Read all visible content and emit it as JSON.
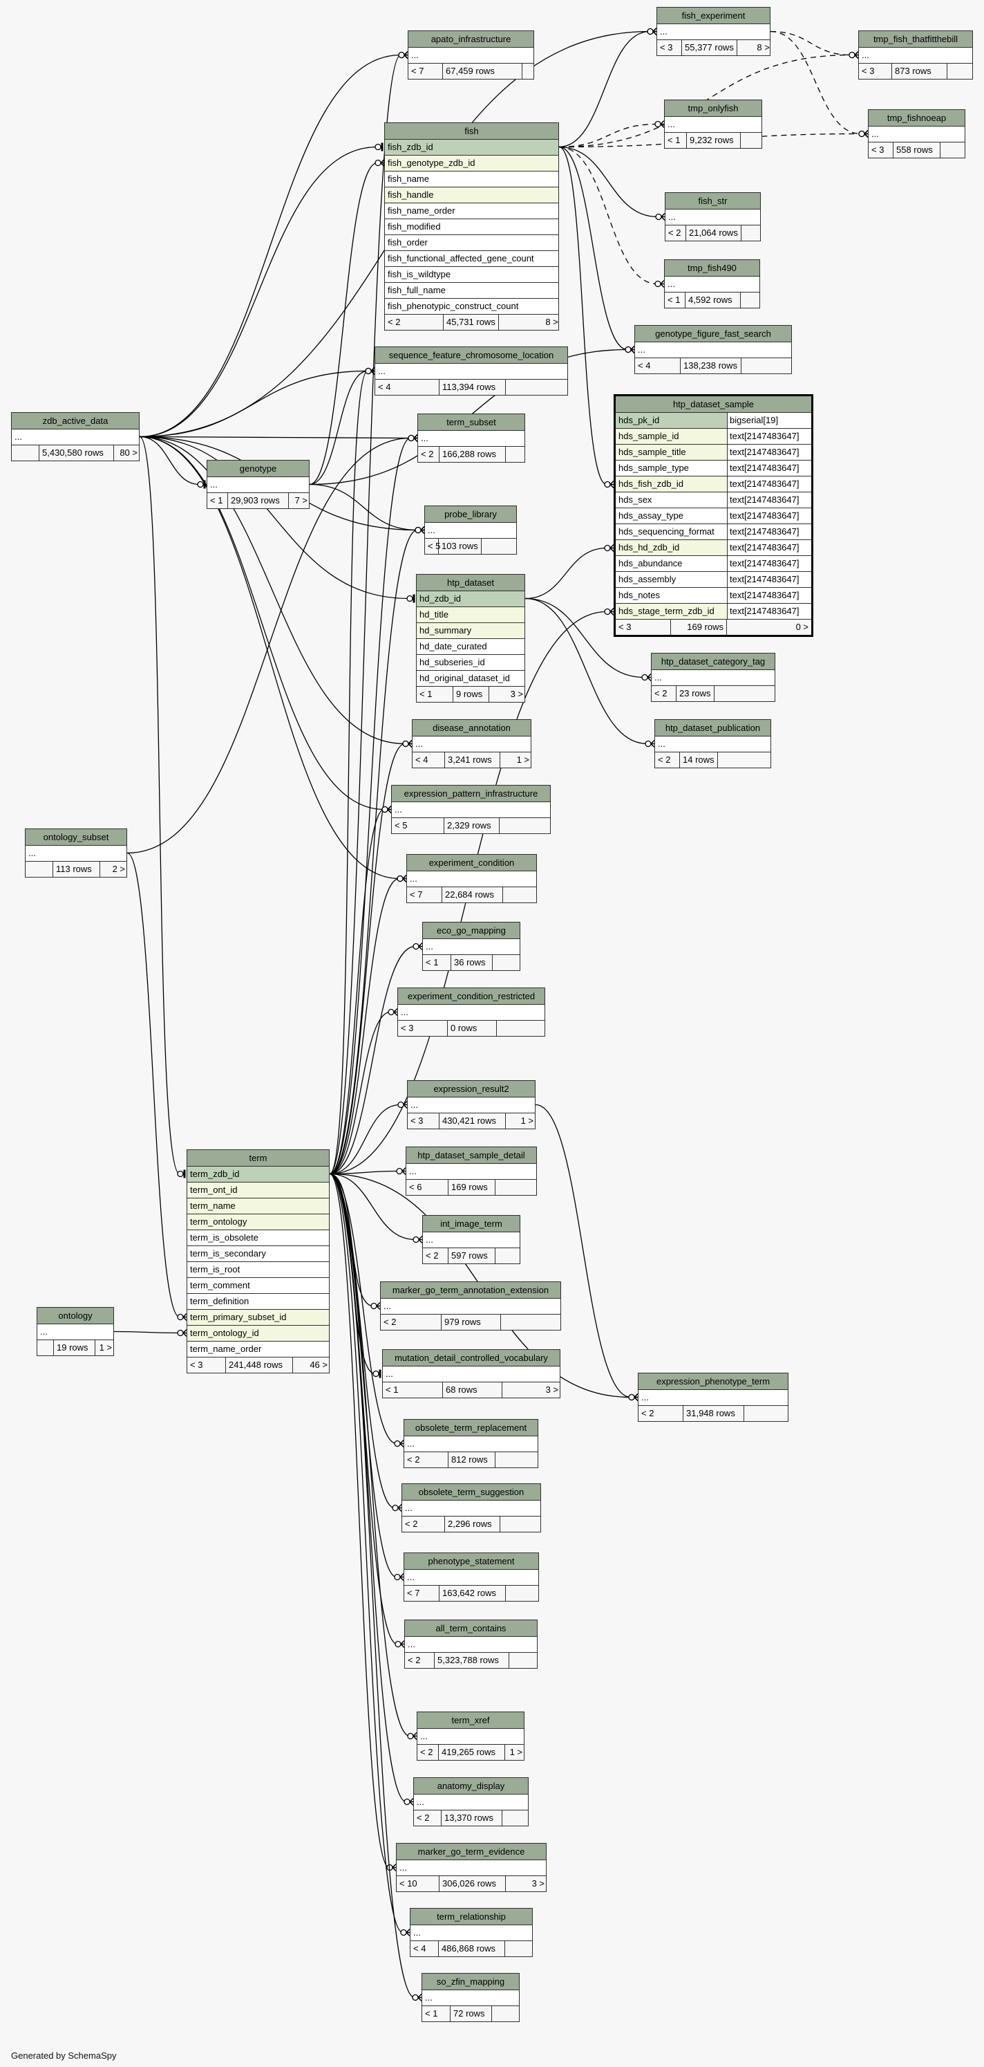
{
  "footer_note": "Generated by SchemaSpy",
  "tables": [
    {
      "id": "apato_infrastructure",
      "name": "apato_infrastructure",
      "columns": [
        {
          "name": "..."
        }
      ],
      "parents": "< 7",
      "rows": "67,459 rows",
      "children": ""
    },
    {
      "id": "fish",
      "name": "fish",
      "columns": [
        {
          "name": "fish_zdb_id",
          "kind": "pk"
        },
        {
          "name": "fish_genotype_zdb_id",
          "kind": "idx"
        },
        {
          "name": "fish_name"
        },
        {
          "name": "fish_handle",
          "kind": "idx"
        },
        {
          "name": "fish_name_order"
        },
        {
          "name": "fish_modified"
        },
        {
          "name": "fish_order"
        },
        {
          "name": "fish_functional_affected_gene_count"
        },
        {
          "name": "fish_is_wildtype"
        },
        {
          "name": "fish_full_name"
        },
        {
          "name": "fish_phenotypic_construct_count"
        }
      ],
      "parents": "< 2",
      "rows": "45,731 rows",
      "children": "8 >"
    },
    {
      "id": "fish_experiment",
      "name": "fish_experiment",
      "columns": [
        {
          "name": "..."
        }
      ],
      "parents": "< 3",
      "rows": "55,377 rows",
      "children": "8 >"
    },
    {
      "id": "tmp_fish_thatfitthebill",
      "name": "tmp_fish_thatfitthebill",
      "columns": [
        {
          "name": "..."
        }
      ],
      "parents": "< 3",
      "rows": "873 rows",
      "children": ""
    },
    {
      "id": "tmp_onlyfish",
      "name": "tmp_onlyfish",
      "columns": [
        {
          "name": "..."
        }
      ],
      "parents": "< 1",
      "rows": "9,232 rows",
      "children": ""
    },
    {
      "id": "tmp_fishnoeap",
      "name": "tmp_fishnoeap",
      "columns": [
        {
          "name": "..."
        }
      ],
      "parents": "< 3",
      "rows": "558 rows",
      "children": ""
    },
    {
      "id": "fish_str",
      "name": "fish_str",
      "columns": [
        {
          "name": "..."
        }
      ],
      "parents": "< 2",
      "rows": "21,064 rows",
      "children": ""
    },
    {
      "id": "tmp_fish490",
      "name": "tmp_fish490",
      "columns": [
        {
          "name": "..."
        }
      ],
      "parents": "< 1",
      "rows": "4,592 rows",
      "children": ""
    },
    {
      "id": "genotype_figure_fast_search",
      "name": "genotype_figure_fast_search",
      "columns": [
        {
          "name": "..."
        }
      ],
      "parents": "< 4",
      "rows": "138,238 rows",
      "children": ""
    },
    {
      "id": "sequence_feature_chromosome_location",
      "name": "sequence_feature_chromosome_location",
      "columns": [
        {
          "name": "..."
        }
      ],
      "parents": "< 4",
      "rows": "113,394 rows",
      "children": ""
    },
    {
      "id": "zdb_active_data",
      "name": "zdb_active_data",
      "columns": [
        {
          "name": "..."
        }
      ],
      "parents": "",
      "rows": "5,430,580 rows",
      "children": "80 >"
    },
    {
      "id": "term_subset",
      "name": "term_subset",
      "columns": [
        {
          "name": "..."
        }
      ],
      "parents": "< 2",
      "rows": "166,288 rows",
      "children": ""
    },
    {
      "id": "genotype",
      "name": "genotype",
      "columns": [
        {
          "name": "..."
        }
      ],
      "parents": "< 1",
      "rows": "29,903 rows",
      "children": "7 >"
    },
    {
      "id": "probe_library",
      "name": "probe_library",
      "columns": [
        {
          "name": "..."
        }
      ],
      "parents": "< 5",
      "rows": "103 rows",
      "children": ""
    },
    {
      "id": "htp_dataset_sample",
      "name": "htp_dataset_sample",
      "focus": true,
      "columns": [
        {
          "name": "hds_pk_id",
          "type": "bigserial[19]",
          "kind": "pk"
        },
        {
          "name": "hds_sample_id",
          "type": "text[2147483647]",
          "kind": "idx"
        },
        {
          "name": "hds_sample_title",
          "type": "text[2147483647]",
          "kind": "idx"
        },
        {
          "name": "hds_sample_type",
          "type": "text[2147483647]"
        },
        {
          "name": "hds_fish_zdb_id",
          "type": "text[2147483647]",
          "kind": "idx"
        },
        {
          "name": "hds_sex",
          "type": "text[2147483647]"
        },
        {
          "name": "hds_assay_type",
          "type": "text[2147483647]"
        },
        {
          "name": "hds_sequencing_format",
          "type": "text[2147483647]"
        },
        {
          "name": "hds_hd_zdb_id",
          "type": "text[2147483647]",
          "kind": "idx"
        },
        {
          "name": "hds_abundance",
          "type": "text[2147483647]"
        },
        {
          "name": "hds_assembly",
          "type": "text[2147483647]"
        },
        {
          "name": "hds_notes",
          "type": "text[2147483647]"
        },
        {
          "name": "hds_stage_term_zdb_id",
          "type": "text[2147483647]",
          "kind": "idx"
        }
      ],
      "parents": "< 3",
      "rows": "169 rows",
      "children": "0 >"
    },
    {
      "id": "htp_dataset",
      "name": "htp_dataset",
      "columns": [
        {
          "name": "hd_zdb_id",
          "kind": "pk"
        },
        {
          "name": "hd_title",
          "kind": "idx"
        },
        {
          "name": "hd_summary",
          "kind": "idx"
        },
        {
          "name": "hd_date_curated"
        },
        {
          "name": "hd_subseries_id"
        },
        {
          "name": "hd_original_dataset_id"
        }
      ],
      "parents": "< 1",
      "rows": "9 rows",
      "children": "3 >"
    },
    {
      "id": "htp_dataset_category_tag",
      "name": "htp_dataset_category_tag",
      "columns": [
        {
          "name": "..."
        }
      ],
      "parents": "< 2",
      "rows": "23 rows",
      "children": ""
    },
    {
      "id": "htp_dataset_publication",
      "name": "htp_dataset_publication",
      "columns": [
        {
          "name": "..."
        }
      ],
      "parents": "< 2",
      "rows": "14 rows",
      "children": ""
    },
    {
      "id": "disease_annotation",
      "name": "disease_annotation",
      "columns": [
        {
          "name": "..."
        }
      ],
      "parents": "< 4",
      "rows": "3,241 rows",
      "children": "1 >"
    },
    {
      "id": "ontology_subset",
      "name": "ontology_subset",
      "columns": [
        {
          "name": "..."
        }
      ],
      "parents": "",
      "rows": "113 rows",
      "children": "2 >"
    },
    {
      "id": "expression_pattern_infrastructure",
      "name": "expression_pattern_infrastructure",
      "columns": [
        {
          "name": "..."
        }
      ],
      "parents": "< 5",
      "rows": "2,329 rows",
      "children": ""
    },
    {
      "id": "experiment_condition",
      "name": "experiment_condition",
      "columns": [
        {
          "name": "..."
        }
      ],
      "parents": "< 7",
      "rows": "22,684 rows",
      "children": ""
    },
    {
      "id": "eco_go_mapping",
      "name": "eco_go_mapping",
      "columns": [
        {
          "name": "..."
        }
      ],
      "parents": "< 1",
      "rows": "36 rows",
      "children": ""
    },
    {
      "id": "experiment_condition_restricted",
      "name": "experiment_condition_restricted",
      "columns": [
        {
          "name": "..."
        }
      ],
      "parents": "< 3",
      "rows": "0 rows",
      "children": ""
    },
    {
      "id": "expression_result2",
      "name": "expression_result2",
      "columns": [
        {
          "name": "..."
        }
      ],
      "parents": "< 3",
      "rows": "430,421 rows",
      "children": "1 >"
    },
    {
      "id": "term",
      "name": "term",
      "columns": [
        {
          "name": "term_zdb_id",
          "kind": "pk"
        },
        {
          "name": "term_ont_id",
          "kind": "idx"
        },
        {
          "name": "term_name",
          "kind": "idx"
        },
        {
          "name": "term_ontology",
          "kind": "idx"
        },
        {
          "name": "term_is_obsolete"
        },
        {
          "name": "term_is_secondary"
        },
        {
          "name": "term_is_root"
        },
        {
          "name": "term_comment"
        },
        {
          "name": "term_definition"
        },
        {
          "name": "term_primary_subset_id",
          "kind": "idx"
        },
        {
          "name": "term_ontology_id",
          "kind": "idx"
        },
        {
          "name": "term_name_order"
        }
      ],
      "parents": "< 3",
      "rows": "241,448 rows",
      "children": "46 >"
    },
    {
      "id": "htp_dataset_sample_detail",
      "name": "htp_dataset_sample_detail",
      "columns": [
        {
          "name": "..."
        }
      ],
      "parents": "< 6",
      "rows": "169 rows",
      "children": ""
    },
    {
      "id": "int_image_term",
      "name": "int_image_term",
      "columns": [
        {
          "name": "..."
        }
      ],
      "parents": "< 2",
      "rows": "597 rows",
      "children": ""
    },
    {
      "id": "marker_go_term_annotation_extension",
      "name": "marker_go_term_annotation_extension",
      "columns": [
        {
          "name": "..."
        }
      ],
      "parents": "< 2",
      "rows": "979 rows",
      "children": ""
    },
    {
      "id": "ontology",
      "name": "ontology",
      "columns": [
        {
          "name": "..."
        }
      ],
      "parents": "",
      "rows": "19 rows",
      "children": "1 >"
    },
    {
      "id": "mutation_detail_controlled_vocabulary",
      "name": "mutation_detail_controlled_vocabulary",
      "columns": [
        {
          "name": "..."
        }
      ],
      "parents": "< 1",
      "rows": "68 rows",
      "children": "3 >"
    },
    {
      "id": "expression_phenotype_term",
      "name": "expression_phenotype_term",
      "columns": [
        {
          "name": "..."
        }
      ],
      "parents": "< 2",
      "rows": "31,948 rows",
      "children": ""
    },
    {
      "id": "obsolete_term_replacement",
      "name": "obsolete_term_replacement",
      "columns": [
        {
          "name": "..."
        }
      ],
      "parents": "< 2",
      "rows": "812 rows",
      "children": ""
    },
    {
      "id": "obsolete_term_suggestion",
      "name": "obsolete_term_suggestion",
      "columns": [
        {
          "name": "..."
        }
      ],
      "parents": "< 2",
      "rows": "2,296 rows",
      "children": ""
    },
    {
      "id": "phenotype_statement",
      "name": "phenotype_statement",
      "columns": [
        {
          "name": "..."
        }
      ],
      "parents": "< 7",
      "rows": "163,642 rows",
      "children": ""
    },
    {
      "id": "all_term_contains",
      "name": "all_term_contains",
      "columns": [
        {
          "name": "..."
        }
      ],
      "parents": "< 2",
      "rows": "5,323,788 rows",
      "children": ""
    },
    {
      "id": "term_xref",
      "name": "term_xref",
      "columns": [
        {
          "name": "..."
        }
      ],
      "parents": "< 2",
      "rows": "419,265 rows",
      "children": "1 >"
    },
    {
      "id": "anatomy_display",
      "name": "anatomy_display",
      "columns": [
        {
          "name": "..."
        }
      ],
      "parents": "< 2",
      "rows": "13,370 rows",
      "children": ""
    },
    {
      "id": "marker_go_term_evidence",
      "name": "marker_go_term_evidence",
      "columns": [
        {
          "name": "..."
        }
      ],
      "parents": "< 10",
      "rows": "306,026 rows",
      "children": "3 >"
    },
    {
      "id": "term_relationship",
      "name": "term_relationship",
      "columns": [
        {
          "name": "..."
        }
      ],
      "parents": "< 4",
      "rows": "486,868 rows",
      "children": ""
    },
    {
      "id": "so_zfin_mapping",
      "name": "so_zfin_mapping",
      "columns": [
        {
          "name": "..."
        }
      ],
      "parents": "< 1",
      "rows": "72 rows",
      "children": ""
    }
  ],
  "relationships": [
    {
      "from": "zdb_active_data",
      "to": "apato_infrastructure"
    },
    {
      "from": "zdb_active_data",
      "to": "fish",
      "to_col": 0,
      "one": true
    },
    {
      "from": "zdb_active_data",
      "to": "fish_experiment"
    },
    {
      "from": "zdb_active_data",
      "to": "sequence_feature_chromosome_location"
    },
    {
      "from": "zdb_active_data",
      "to": "term_subset"
    },
    {
      "from": "zdb_active_data",
      "to": "genotype",
      "one": true
    },
    {
      "from": "zdb_active_data",
      "to": "probe_library"
    },
    {
      "from": "zdb_active_data",
      "to": "htp_dataset",
      "to_col": 0,
      "one": true
    },
    {
      "from": "zdb_active_data",
      "to": "disease_annotation"
    },
    {
      "from": "zdb_active_data",
      "to": "expression_pattern_infrastructure"
    },
    {
      "from": "zdb_active_data",
      "to": "experiment_condition"
    },
    {
      "from": "zdb_active_data",
      "to": "term",
      "to_col": 0,
      "one": true
    },
    {
      "from": "genotype",
      "to": "fish",
      "to_col": 1
    },
    {
      "from": "genotype",
      "to": "sequence_feature_chromosome_location"
    },
    {
      "from": "genotype",
      "to": "genotype_figure_fast_search"
    },
    {
      "from": "genotype",
      "to": "probe_library"
    },
    {
      "from": "fish",
      "from_col": 0,
      "to": "fish_experiment"
    },
    {
      "from": "fish",
      "from_col": 0,
      "to": "tmp_onlyfish",
      "dashed": true
    },
    {
      "from": "fish",
      "from_col": 0,
      "to": "tmp_fish_thatfitthebill",
      "dashed": true
    },
    {
      "from": "fish",
      "from_col": 0,
      "to": "tmp_fishnoeap",
      "dashed": true
    },
    {
      "from": "fish",
      "from_col": 0,
      "to": "fish_str"
    },
    {
      "from": "fish",
      "from_col": 0,
      "to": "tmp_fish490",
      "dashed": true
    },
    {
      "from": "fish",
      "from_col": 0,
      "to": "genotype_figure_fast_search"
    },
    {
      "from": "fish",
      "from_col": 0,
      "to": "htp_dataset_sample",
      "to_col": 4
    },
    {
      "from": "fish_experiment",
      "to": "tmp_fish_thatfitthebill",
      "dashed": true
    },
    {
      "from": "fish_experiment",
      "to": "tmp_fishnoeap",
      "dashed": true
    },
    {
      "from": "htp_dataset",
      "from_col": 0,
      "to": "htp_dataset_sample",
      "to_col": 8
    },
    {
      "from": "htp_dataset",
      "from_col": 0,
      "to": "htp_dataset_category_tag"
    },
    {
      "from": "htp_dataset",
      "from_col": 0,
      "to": "htp_dataset_publication"
    },
    {
      "from": "ontology_subset",
      "to": "term",
      "to_col": 9
    },
    {
      "from": "ontology_subset",
      "to": "term_subset"
    },
    {
      "from": "ontology",
      "to": "term",
      "to_col": 10
    },
    {
      "from": "term",
      "from_col": 0,
      "to": "htp_dataset_sample",
      "to_col": 12
    },
    {
      "from": "term",
      "from_col": 0,
      "to": "apato_infrastructure"
    },
    {
      "from": "term",
      "from_col": 0,
      "to": "sequence_feature_chromosome_location"
    },
    {
      "from": "term",
      "from_col": 0,
      "to": "term_subset"
    },
    {
      "from": "term",
      "from_col": 0,
      "to": "probe_library"
    },
    {
      "from": "term",
      "from_col": 0,
      "to": "disease_annotation"
    },
    {
      "from": "term",
      "from_col": 0,
      "to": "expression_pattern_infrastructure"
    },
    {
      "from": "term",
      "from_col": 0,
      "to": "experiment_condition"
    },
    {
      "from": "term",
      "from_col": 0,
      "to": "eco_go_mapping"
    },
    {
      "from": "term",
      "from_col": 0,
      "to": "experiment_condition_restricted"
    },
    {
      "from": "term",
      "from_col": 0,
      "to": "expression_result2"
    },
    {
      "from": "term",
      "from_col": 0,
      "to": "htp_dataset_sample_detail"
    },
    {
      "from": "term",
      "from_col": 0,
      "to": "int_image_term"
    },
    {
      "from": "term",
      "from_col": 0,
      "to": "marker_go_term_annotation_extension"
    },
    {
      "from": "term",
      "from_col": 0,
      "to": "mutation_detail_controlled_vocabulary",
      "one": true
    },
    {
      "from": "term",
      "from_col": 0,
      "to": "obsolete_term_replacement"
    },
    {
      "from": "term",
      "from_col": 0,
      "to": "obsolete_term_suggestion"
    },
    {
      "from": "term",
      "from_col": 0,
      "to": "phenotype_statement"
    },
    {
      "from": "term",
      "from_col": 0,
      "to": "all_term_contains"
    },
    {
      "from": "term",
      "from_col": 0,
      "to": "term_xref"
    },
    {
      "from": "term",
      "from_col": 0,
      "to": "anatomy_display"
    },
    {
      "from": "term",
      "from_col": 0,
      "to": "marker_go_term_evidence"
    },
    {
      "from": "term",
      "from_col": 0,
      "to": "term_relationship"
    },
    {
      "from": "term",
      "from_col": 0,
      "to": "so_zfin_mapping"
    },
    {
      "from": "term",
      "from_col": 0,
      "to": "expression_phenotype_term"
    },
    {
      "from": "expression_result2",
      "to": "expression_phenotype_term"
    }
  ]
}
